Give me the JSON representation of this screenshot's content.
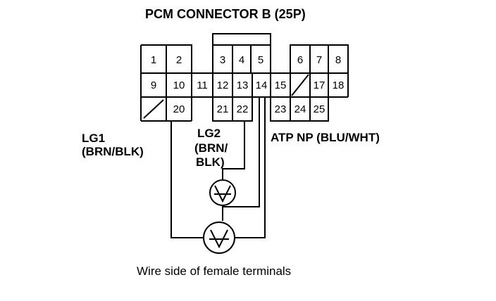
{
  "title": "PCM CONNECTOR B (25P)",
  "caption": "Wire side of female terminals",
  "labels": {
    "lg1_name": "LG1",
    "lg1_color": "(BRN/BLK)",
    "lg2_name": "LG2",
    "lg2_color_a": "(BRN/",
    "lg2_color_b": "BLK)",
    "atp": "ATP NP (BLU/WHT)"
  },
  "pins": {
    "p1": "1",
    "p2": "2",
    "p3": "3",
    "p4": "4",
    "p5": "5",
    "p6": "6",
    "p7": "7",
    "p8": "8",
    "p9": "9",
    "p10": "10",
    "p11": "11",
    "p12": "12",
    "p13": "13",
    "p14": "14",
    "p15": "15",
    "p17": "17",
    "p18": "18",
    "p20": "20",
    "p21": "21",
    "p22": "22",
    "p23": "23",
    "p24": "24",
    "p25": "25"
  }
}
